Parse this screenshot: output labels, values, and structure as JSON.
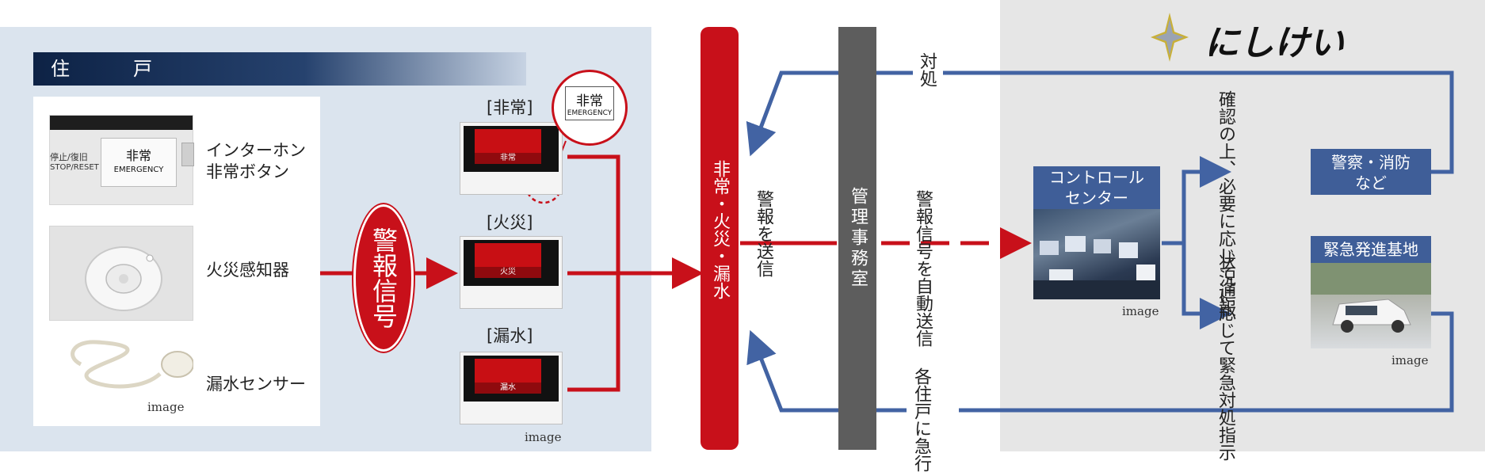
{
  "colors": {
    "red": "#c8101a",
    "blue": "#4263a3",
    "navy_box": "#3f5e98",
    "gray_bar": "#5d5d5d",
    "panel_left_bg": "#dbe4ee",
    "panel_right_bg": "#e6e6e6"
  },
  "residence": {
    "title": "住　戸",
    "devices": [
      {
        "label_line1": "インターホン",
        "label_line2": "非常ボタン",
        "photo_text_top": "非常",
        "photo_text_bottom": "EMERGENCY",
        "photo_side_text_1": "停止/復旧",
        "photo_side_text_2": "STOP/RESET"
      },
      {
        "label": "火災感知器"
      },
      {
        "label": "漏水センサー",
        "caption": "image"
      }
    ]
  },
  "signal_label": "警報信号",
  "monitors": [
    {
      "heading": "[非常]",
      "screen_label": "非常"
    },
    {
      "heading": "[火災]",
      "screen_label": "火災"
    },
    {
      "heading": "[漏水]",
      "screen_label": "漏水"
    }
  ],
  "monitor_caption": "image",
  "bubble": {
    "line1": "非常",
    "line2": "EMERGENCY"
  },
  "red_bar_label": "非常・火災・漏水",
  "send_alarm": "警報を送信",
  "management_label": "管理事務室",
  "auto_send": "警報信号を自動送信",
  "respond": "対処",
  "rush": "各住戸に急行",
  "brand": {
    "name": "にしけい",
    "icon": "star-logo-icon"
  },
  "control_center": {
    "label_line1": "コントロール",
    "label_line2": "センター",
    "caption": "image"
  },
  "confirm_report": "確認の上、必要に応じて通報",
  "emergency_instruct": "状況に応じて緊急対処指示",
  "police_fire": {
    "line1": "警察・消防",
    "line2": "など"
  },
  "dispatch_base": {
    "label": "緊急発進基地",
    "caption": "image"
  }
}
